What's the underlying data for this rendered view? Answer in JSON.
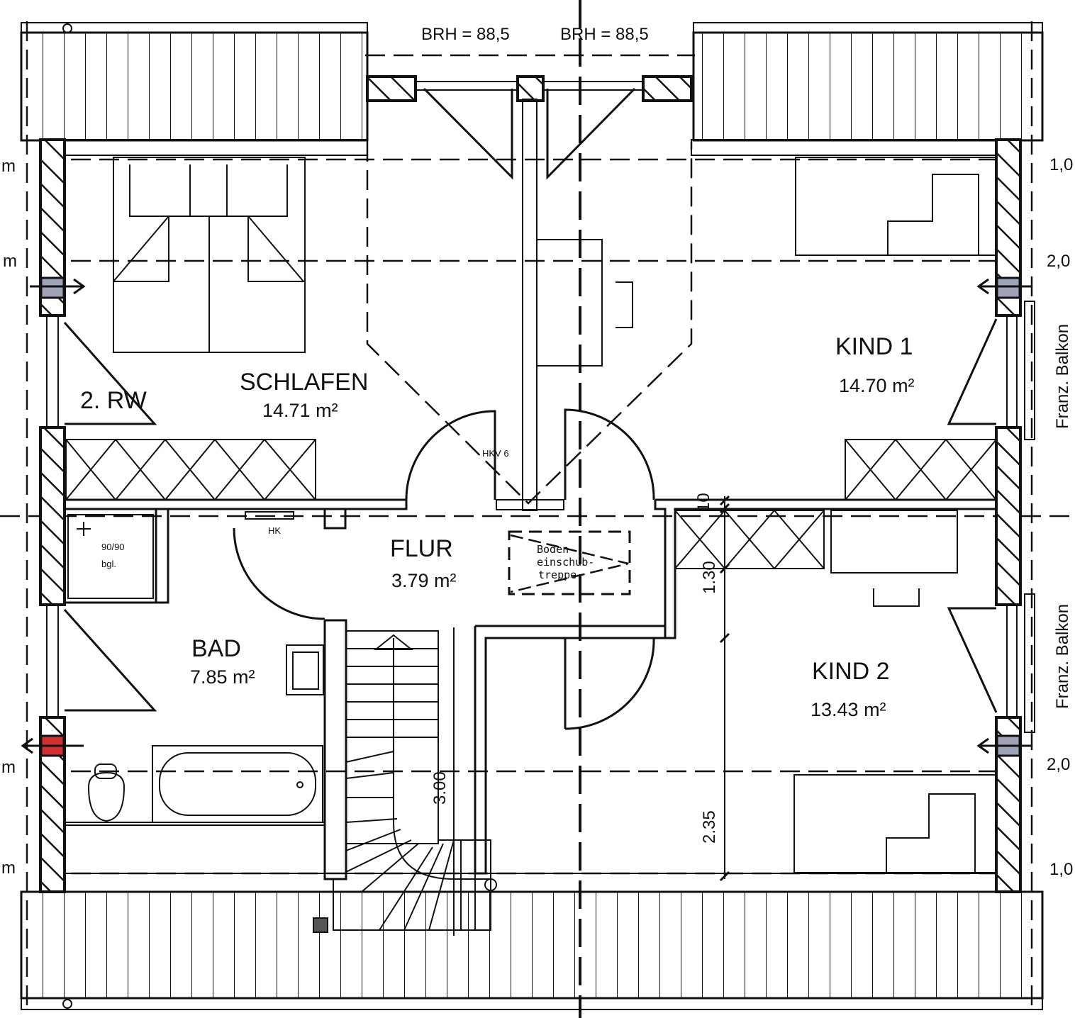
{
  "plan": {
    "brh_labels": [
      "BRH = 88,5",
      "BRH = 88,5"
    ],
    "rooms": {
      "schlafen": {
        "name": "SCHLAFEN",
        "area": "14.71 m²"
      },
      "kind1": {
        "name": "KIND 1",
        "area": "14.70 m²"
      },
      "flur": {
        "name": "FLUR",
        "area": "3.79 m²"
      },
      "bad": {
        "name": "BAD",
        "area": "7.85 m²"
      },
      "kind2": {
        "name": "KIND 2",
        "area": "13.43 m²"
      }
    },
    "labels": {
      "rw": "2. RW",
      "hkv": "HKV 6",
      "hk": "HK",
      "shower": "90/90",
      "shower_sub": "bgl.",
      "attic_stair": [
        "Boden-",
        "einschub-",
        "treppe"
      ],
      "balcony": "Franz. Balkon"
    },
    "dimensions": {
      "d10": "10",
      "d130": "1.30",
      "d235": "2.35",
      "d300": "3.00",
      "right_heights": [
        "1,0",
        "2,0",
        "2,0",
        "1,0"
      ],
      "left_units": [
        "m",
        "m",
        "m",
        "m"
      ]
    },
    "colors": {
      "vent_gray": "#9ea3b8",
      "vent_red": "#d03030"
    }
  }
}
